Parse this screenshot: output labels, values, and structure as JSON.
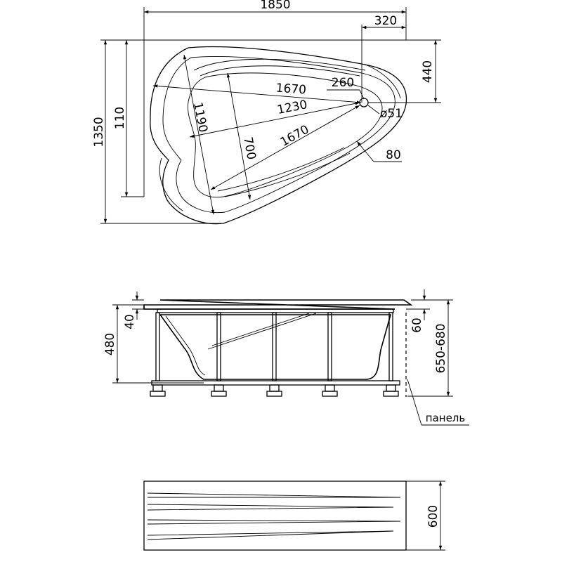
{
  "top_view": {
    "total_length": "1850",
    "offset_right": "320",
    "depth_right": "440",
    "total_width": "1350",
    "width_left": "110",
    "diagonal_upper": "1670",
    "drain_offset": "260",
    "drain_diameter": "ø51",
    "inner_length": "1230",
    "inner_width": "1190",
    "inner_depth": "700",
    "diagonal_lower": "1670",
    "rim_width": "80"
  },
  "side_view": {
    "rim_height": "40",
    "bath_height": "480",
    "frame_top": "60",
    "total_height_range": "650-680",
    "panel_label": "панель"
  },
  "panel_view": {
    "panel_height": "600"
  }
}
